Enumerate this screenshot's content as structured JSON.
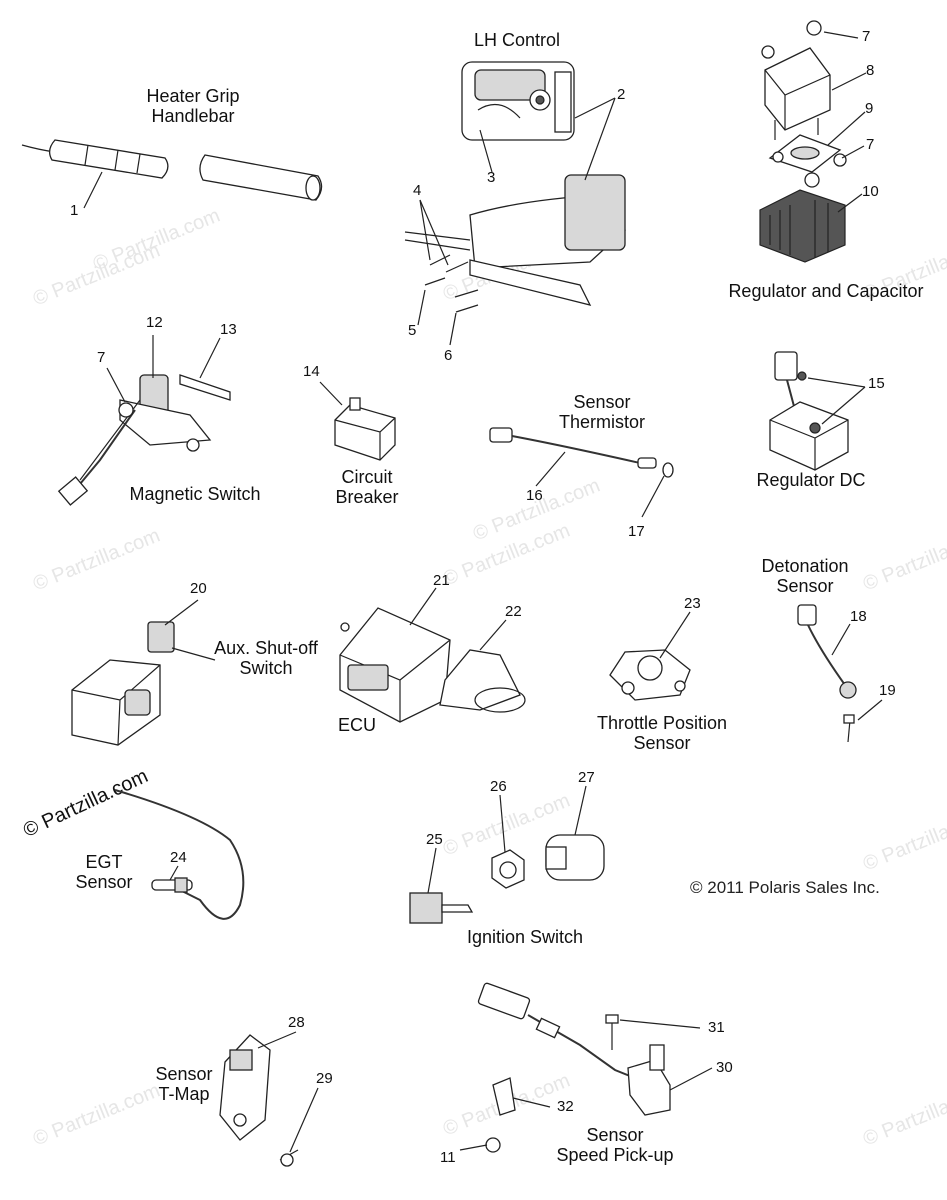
{
  "labels": {
    "heater_grip": "Heater Grip\nHandlebar",
    "lh_control": "LH Control",
    "regulator_capacitor": "Regulator and Capacitor",
    "magnetic_switch": "Magnetic Switch",
    "circuit_breaker": "Circuit\nBreaker",
    "sensor_thermistor": "Sensor\nThermistor",
    "regulator_dc": "Regulator DC",
    "detonation_sensor": "Detonation\nSensor",
    "aux_shutoff": "Aux. Shut-off\nSwitch",
    "ecu": "ECU",
    "tps": "Throttle Position\nSensor",
    "egt_sensor": "EGT\nSensor",
    "ignition_switch": "Ignition Switch",
    "sensor_tmap": "Sensor\nT-Map",
    "speed_pickup": "Sensor\nSpeed Pick-up"
  },
  "callouts": [
    "1",
    "2",
    "3",
    "4",
    "5",
    "6",
    "7",
    "8",
    "9",
    "7",
    "10",
    "12",
    "13",
    "7",
    "14",
    "15",
    "16",
    "17",
    "20",
    "21",
    "22",
    "23",
    "18",
    "19",
    "24",
    "25",
    "26",
    "27",
    "28",
    "29",
    "31",
    "30",
    "32",
    "11"
  ],
  "copyright": "© 2011 Polaris Sales Inc.",
  "watermark": "© Partzilla.com"
}
